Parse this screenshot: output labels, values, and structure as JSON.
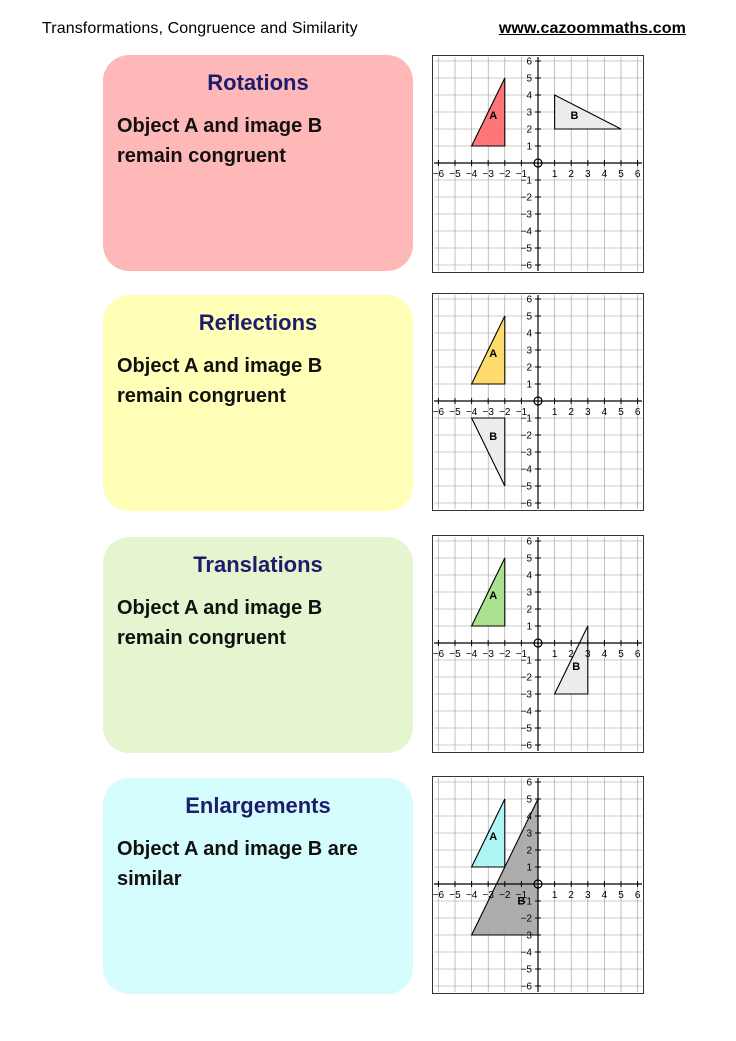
{
  "header": {
    "title": "Transformations, Congruence and Similarity",
    "website": "www.cazoommaths.com"
  },
  "sections": [
    {
      "title": "Rotations",
      "body": "Object A and image B\nremain congruent",
      "card_color": "#ffb8b8",
      "shapes": [
        {
          "label": "A",
          "fill": "#ff6f6f",
          "points": [
            [
              -4,
              1
            ],
            [
              -2,
              1
            ],
            [
              -2,
              5
            ]
          ],
          "label_at": [
            -2.7,
            2.6
          ]
        },
        {
          "label": "B",
          "fill": "#ebebeb",
          "points": [
            [
              1,
              4
            ],
            [
              1,
              2
            ],
            [
              5,
              2
            ]
          ],
          "label_at": [
            2.2,
            2.6
          ]
        }
      ]
    },
    {
      "title": "Reflections",
      "body": "Object A and image B\nremain congruent",
      "card_color": "#ffffb8",
      "shapes": [
        {
          "label": "A",
          "fill": "#ffd966",
          "points": [
            [
              -4,
              1
            ],
            [
              -2,
              1
            ],
            [
              -2,
              5
            ]
          ],
          "label_at": [
            -2.7,
            2.6
          ]
        },
        {
          "label": "B",
          "fill": "#ebebeb",
          "points": [
            [
              -4,
              -1
            ],
            [
              -2,
              -1
            ],
            [
              -2,
              -5
            ]
          ],
          "label_at": [
            -2.7,
            -2.3
          ]
        }
      ]
    },
    {
      "title": "Translations",
      "body": "Object A and image B\nremain congruent",
      "card_color": "#e4f5cf",
      "shapes": [
        {
          "label": "A",
          "fill": "#a6e08a",
          "points": [
            [
              -4,
              1
            ],
            [
              -2,
              1
            ],
            [
              -2,
              5
            ]
          ],
          "label_at": [
            -2.7,
            2.6
          ]
        },
        {
          "label": "B",
          "fill": "#ebebeb",
          "points": [
            [
              1,
              -3
            ],
            [
              3,
              -3
            ],
            [
              3,
              1
            ]
          ],
          "label_at": [
            2.3,
            -1.6
          ]
        }
      ]
    },
    {
      "title": "Enlargements",
      "body": "Object A and image B are\nsimilar",
      "card_color": "#d6fdfd",
      "shapes": [
        {
          "label": "B",
          "fill": "#a9a9a9",
          "points": [
            [
              -4,
              -3
            ],
            [
              0,
              -3
            ],
            [
              0,
              5
            ]
          ],
          "label_at": [
            -1.0,
            -1.2
          ]
        },
        {
          "label": "A",
          "fill": "#aaf4f4",
          "points": [
            [
              -4,
              1
            ],
            [
              -2,
              1
            ],
            [
              -2,
              5
            ]
          ],
          "label_at": [
            -2.7,
            2.6
          ]
        }
      ]
    }
  ],
  "axis": {
    "x_ticks": [
      "−6",
      "−5",
      "−4",
      "−3",
      "−2",
      "−1",
      "1",
      "2",
      "3",
      "4",
      "5",
      "6"
    ],
    "y_ticks_pos": [
      "6",
      "5",
      "4",
      "3",
      "2",
      "1"
    ],
    "y_ticks_neg": [
      "−1",
      "−2",
      "−3",
      "−4",
      "−5",
      "−6"
    ]
  }
}
